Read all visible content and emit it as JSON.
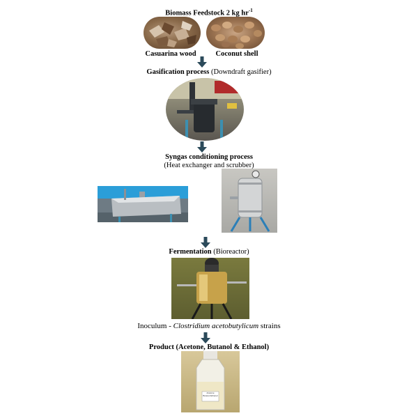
{
  "header": {
    "title_bold": "Biomass Feedstock 2 kg hr",
    "title_sup": "-1"
  },
  "feedstock": {
    "left_label": "Casuarina wood",
    "right_label": "Coconut shell"
  },
  "gasification": {
    "bold": "Gasification process",
    "normal": " (Downdraft gasifier)"
  },
  "syngas": {
    "line1": "Syngas conditioning process",
    "line2": "(Heat exchanger and scrubber)"
  },
  "fermentation": {
    "bold": "Fermentation",
    "normal": " (Bioreactor)"
  },
  "inoculum": {
    "prefix": "Inoculum - ",
    "species": "Clostridium acetobutylicum",
    "suffix": " strains"
  },
  "product": {
    "label": "Product (Acetone, Butanol & Ethanol)",
    "bottle_text": "Acetone Butanol Ethanol"
  },
  "colors": {
    "arrow": "#2b4a5a",
    "wood": "#8a6a4a",
    "shell": "#9a7250"
  }
}
